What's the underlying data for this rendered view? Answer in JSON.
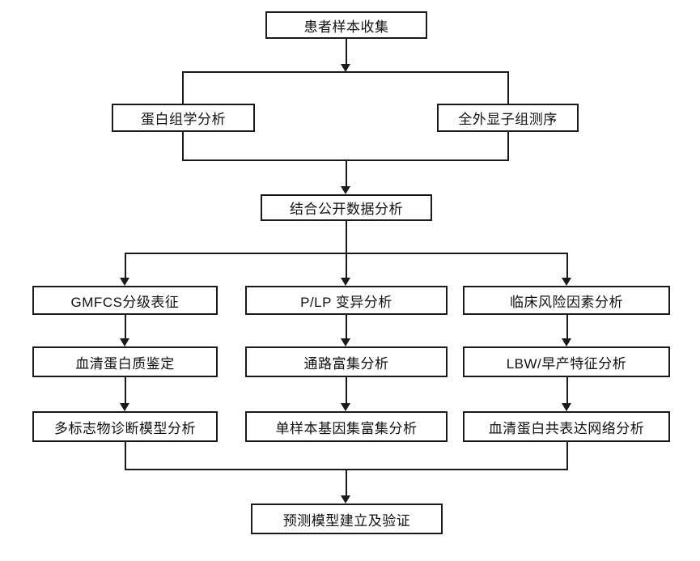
{
  "diagram": {
    "type": "flowchart",
    "accent_color": "#1a1a1a",
    "background_color": "#ffffff",
    "nodes": {
      "collect": "患者样本收集",
      "proteomics": "蛋白组学分析",
      "wes": "全外显子组测序",
      "public_data": "结合公开数据分析",
      "gmfcs": "GMFCS分级表征",
      "plp": "P/LP 变异分析",
      "clinical_risk": "临床风险因素分析",
      "serum_protein_id": "血清蛋白质鉴定",
      "pathway_enrichment": "通路富集分析",
      "lbw_preterm": "LBW/早产特征分析",
      "multimarker_model": "多标志物诊断模型分析",
      "ssgsea": "单样本基因集富集分析",
      "coexpression_network": "血清蛋白共表达网络分析",
      "prediction_model": "预测模型建立及验证"
    },
    "edges": [
      [
        "collect",
        "proteomics"
      ],
      [
        "collect",
        "wes"
      ],
      [
        "proteomics",
        "public_data"
      ],
      [
        "wes",
        "public_data"
      ],
      [
        "public_data",
        "gmfcs"
      ],
      [
        "public_data",
        "plp"
      ],
      [
        "public_data",
        "clinical_risk"
      ],
      [
        "gmfcs",
        "serum_protein_id"
      ],
      [
        "serum_protein_id",
        "multimarker_model"
      ],
      [
        "plp",
        "pathway_enrichment"
      ],
      [
        "pathway_enrichment",
        "ssgsea"
      ],
      [
        "clinical_risk",
        "lbw_preterm"
      ],
      [
        "lbw_preterm",
        "coexpression_network"
      ],
      [
        "multimarker_model",
        "prediction_model"
      ],
      [
        "ssgsea",
        "prediction_model"
      ],
      [
        "coexpression_network",
        "prediction_model"
      ]
    ]
  }
}
